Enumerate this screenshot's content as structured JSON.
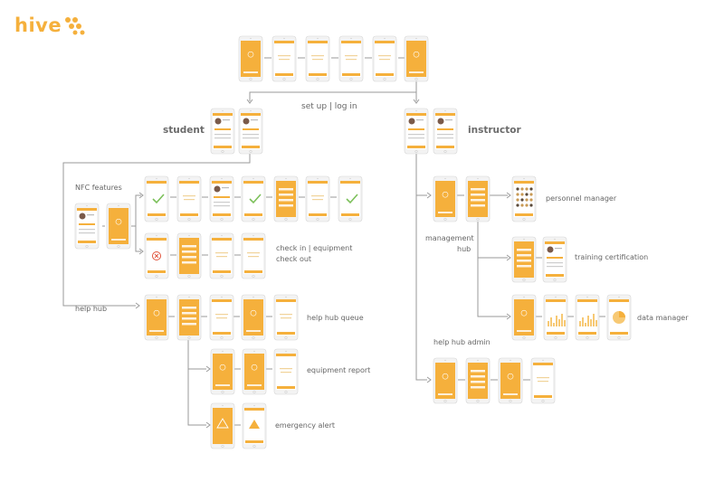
{
  "logo": {
    "text": "hive"
  },
  "colors": {
    "accent": "#f5b03c",
    "phone": "#f3f3f3",
    "line": "#9a9a9a",
    "text": "#666666"
  },
  "labels": {
    "setup_login": "set up  |  log in",
    "student": "student",
    "instructor": "instructor",
    "nfc_features": "NFC features",
    "checkin_line1": "check in | equipment",
    "checkin_line2": "check out",
    "help_hub": "help hub",
    "help_hub_queue": "help hub queue",
    "equipment_report": "equipment report",
    "emergency_alert": "emergency alert",
    "management_line1": "management",
    "management_line2": "hub",
    "personnel_manager": "personnel manager",
    "training_certification": "training certification",
    "data_manager": "data manager",
    "help_hub_admin": "help hub admin"
  }
}
